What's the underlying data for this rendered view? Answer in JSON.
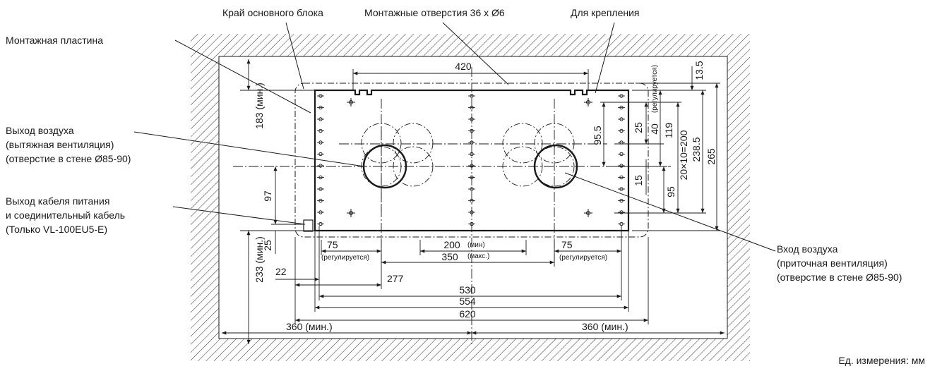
{
  "labels": {
    "edge": "Край основного блока",
    "holes": "Монтажные отверстия 36 x Ø6",
    "fix": "Для крепления",
    "plate": "Монтажная пластина",
    "exhaust": [
      "Выход воздуха",
      "(вытяжная вентиляция)",
      "(отверстие в стене Ø85-90)"
    ],
    "cable": [
      "Выход кабеля питания",
      "и соединительный кабель",
      "(Только VL-100EU5-E)"
    ],
    "intake": [
      "Вход воздуха",
      "(приточная вентиляция)",
      "(отверстие в стене Ø85-90)"
    ],
    "units": "Ед. измерения: мм"
  },
  "dims": {
    "d420": "420",
    "d13_5": "13.5",
    "d40": "40",
    "d40_note": "(регулируется)",
    "d119": "119",
    "d20x10": "20×10=200",
    "d238_5": "238.5",
    "d265": "265",
    "d95_5": "95.5",
    "d25_right": "25",
    "d15": "15",
    "d95": "95",
    "d183": "183 (мин.)",
    "d97": "97",
    "d25_left": "25",
    "d233": "233 (мин.)",
    "d75_left": "75",
    "adj_left": "(регулируется)",
    "d200": "200",
    "min": "(мин)",
    "max": "(макс.)",
    "d350": "350",
    "d75_right": "75",
    "adj_right": "(регулируется)",
    "d22": "22",
    "d277": "277",
    "d530": "530",
    "d554": "554",
    "d620": "620",
    "d360_left": "360 (мин.)",
    "d360_right": "360 (мин.)"
  }
}
